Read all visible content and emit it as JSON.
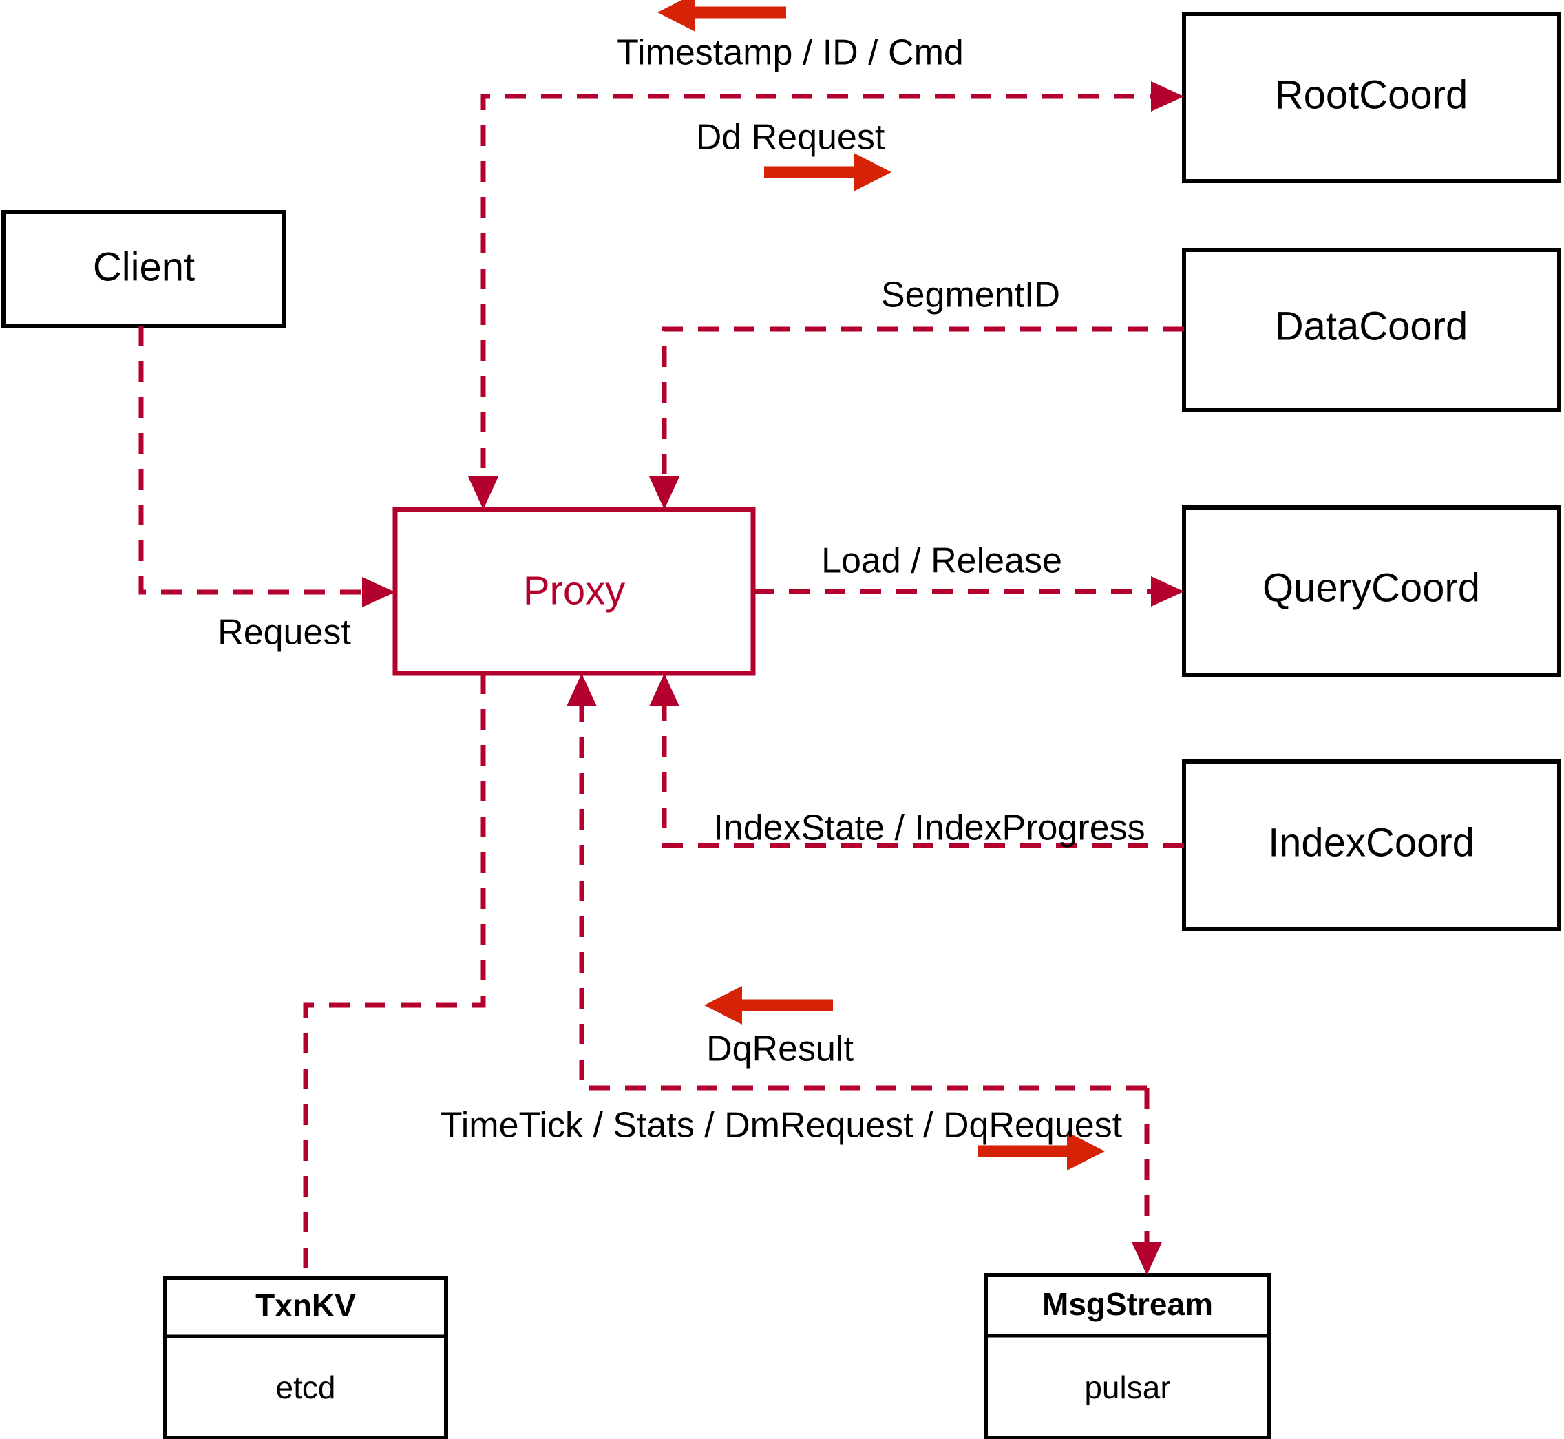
{
  "diagram": {
    "title": "Milvus Proxy interaction diagram",
    "accent_color": "#B3002D",
    "arrow_color": "#D62207",
    "node_border_color": "#000000",
    "background_color": "#ffffff"
  },
  "nodes": {
    "client": {
      "label": "Client"
    },
    "proxy": {
      "label": "Proxy"
    },
    "root_coord": {
      "label": "RootCoord"
    },
    "data_coord": {
      "label": "DataCoord"
    },
    "query_coord": {
      "label": "QueryCoord"
    },
    "index_coord": {
      "label": "IndexCoord"
    },
    "txnkv": {
      "title": "TxnKV",
      "impl": "etcd"
    },
    "msgstream": {
      "title": "MsgStream",
      "impl": "pulsar"
    }
  },
  "edges": [
    {
      "id": "request",
      "label": "Request",
      "from": "client",
      "to": "proxy"
    },
    {
      "id": "timestamp-id-cmd",
      "label": "Timestamp / ID / Cmd",
      "from": "root_coord",
      "to": "proxy"
    },
    {
      "id": "dd-request",
      "label": "Dd Request",
      "from": "proxy",
      "to": "root_coord"
    },
    {
      "id": "segment-id",
      "label": "SegmentID",
      "from": "data_coord",
      "to": "proxy"
    },
    {
      "id": "load-release",
      "label": "Load / Release",
      "from": "proxy",
      "to": "query_coord"
    },
    {
      "id": "index-state-progress",
      "label": "IndexState / IndexProgress",
      "from": "index_coord",
      "to": "proxy"
    },
    {
      "id": "dq-result",
      "label": "DqResult",
      "from": "msgstream",
      "to": "proxy"
    },
    {
      "id": "timetick-stats",
      "label": "TimeTick / Stats / DmRequest / DqRequest",
      "from": "proxy",
      "to": "msgstream"
    }
  ]
}
